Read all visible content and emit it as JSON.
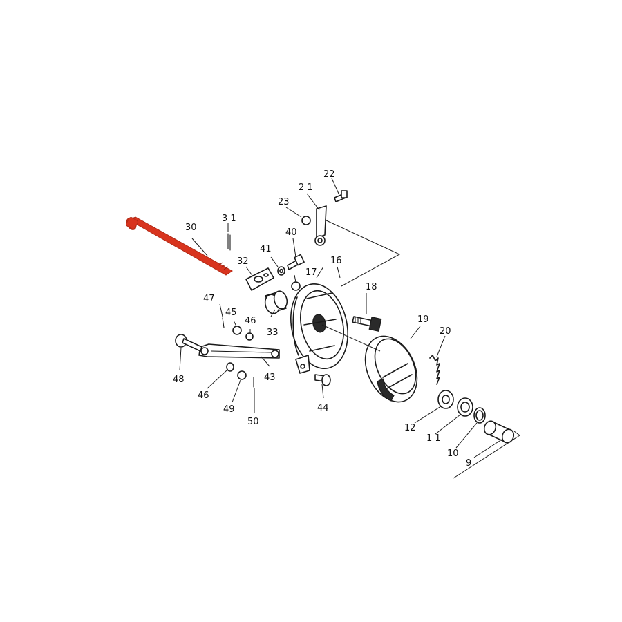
{
  "highlight_color": "#d8341e",
  "ink_color": "#1a1a1a",
  "parts": {
    "p30": "30",
    "p31": "3 1",
    "p32": "32",
    "p33": "33",
    "p40": "40",
    "p41": "41",
    "p43": "43",
    "p44": "44",
    "p45": "45",
    "p46a": "46",
    "p46b": "46",
    "p47": "47",
    "p48": "48",
    "p49": "49",
    "p50": "50",
    "p16": "16",
    "p17": "17",
    "p18": "18",
    "p19": "19",
    "p20": "20",
    "p21": "2 1",
    "p22": "22",
    "p23": "23",
    "p12": "12",
    "p11": "1 1",
    "p10": "10",
    "p9": "9"
  }
}
